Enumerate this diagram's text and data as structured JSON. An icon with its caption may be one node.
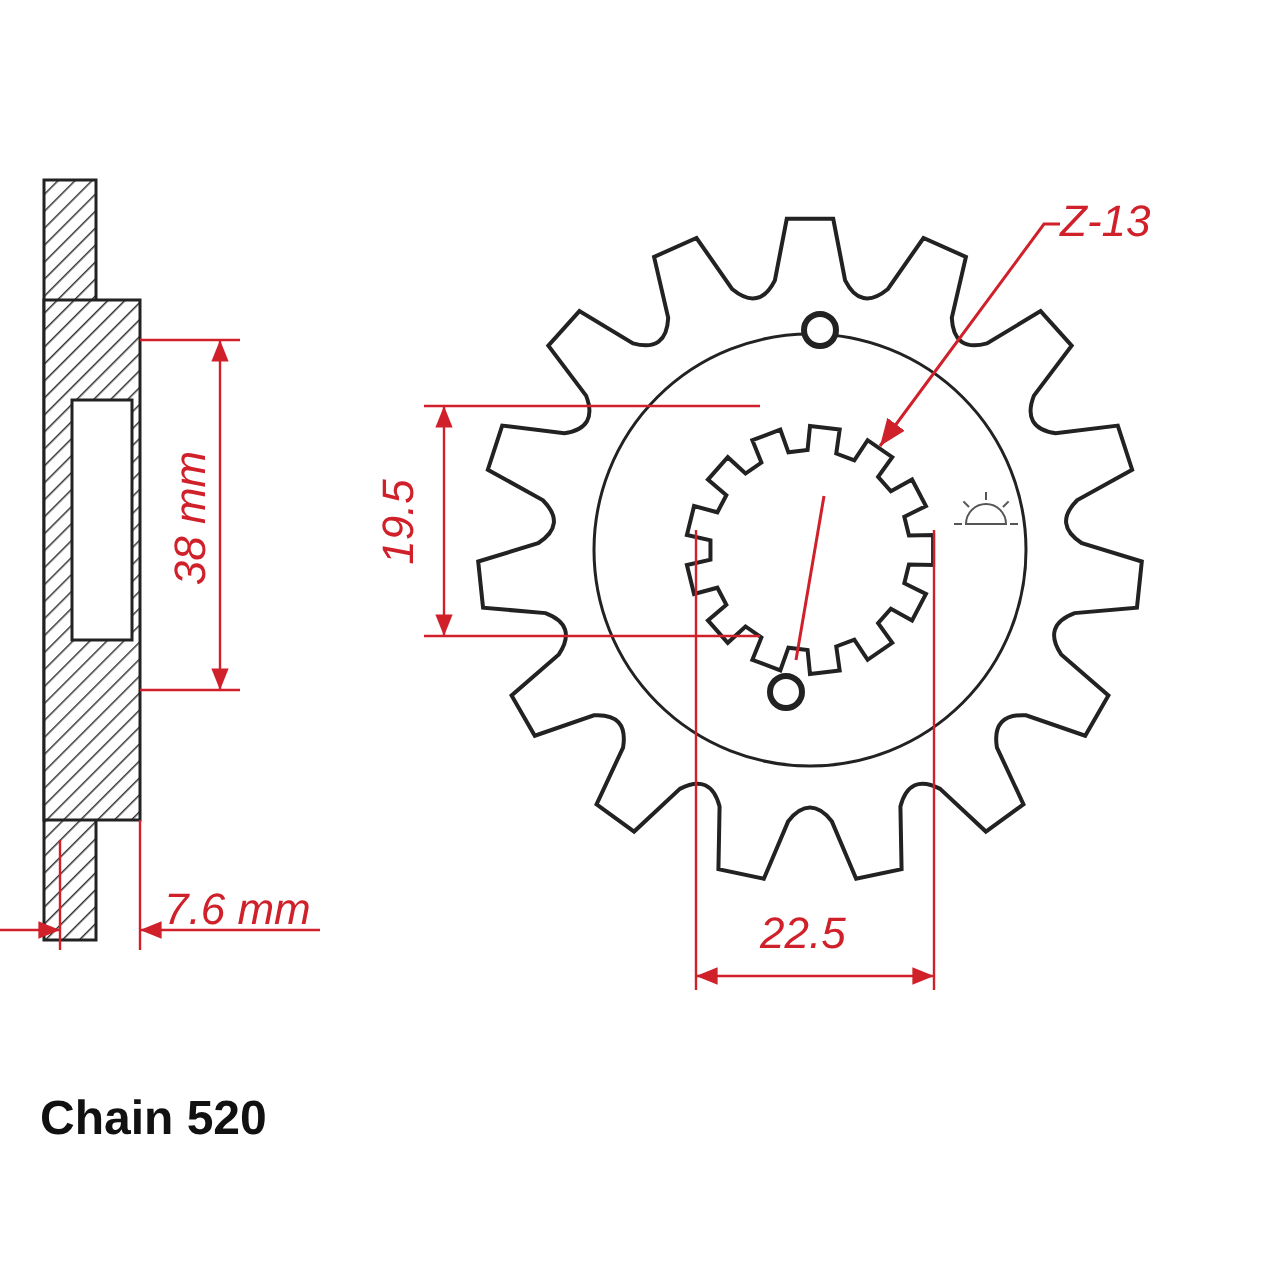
{
  "diagram": {
    "nodes": [
      {
        "text": [
          "Z-13"
        ]
      },
      {
        "text": [],
        "shape": "picture"
      }
    ],
    "edges": [
      {
        "from": 0,
        "to": 1,
        "arrow": "to"
      }
    ],
    "labels": [
      "38 mm",
      "19.5",
      "7.6 mm",
      "22.5",
      "Chain 520"
    ]
  }
}
